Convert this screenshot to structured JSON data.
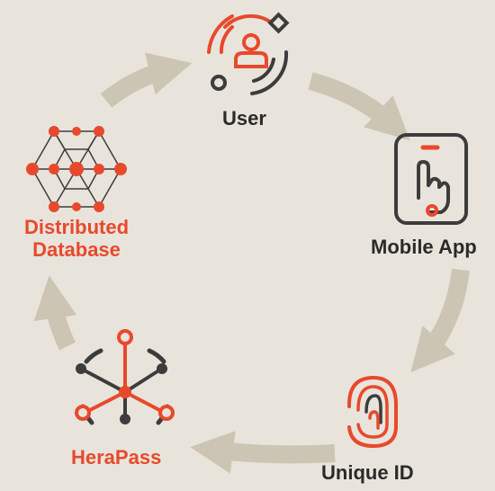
{
  "nodes": {
    "user": {
      "label": "User"
    },
    "mobile": {
      "label": "Mobile App"
    },
    "unique": {
      "label": "Unique ID"
    },
    "herapass": {
      "label": "HeraPass"
    },
    "database": {
      "label": "Distributed Database"
    }
  },
  "colors": {
    "background": "#e8e4dc",
    "arrow": "#cdc5b3",
    "accent": "#e8492c",
    "dark": "#2e2e2e",
    "icon_gray": "#3c3c3c"
  },
  "icons": {
    "user": "user-orbit-icon",
    "mobile": "phone-tap-icon",
    "unique": "fingerprint-icon",
    "herapass": "network-hub-icon",
    "database": "hexagon-network-icon"
  }
}
